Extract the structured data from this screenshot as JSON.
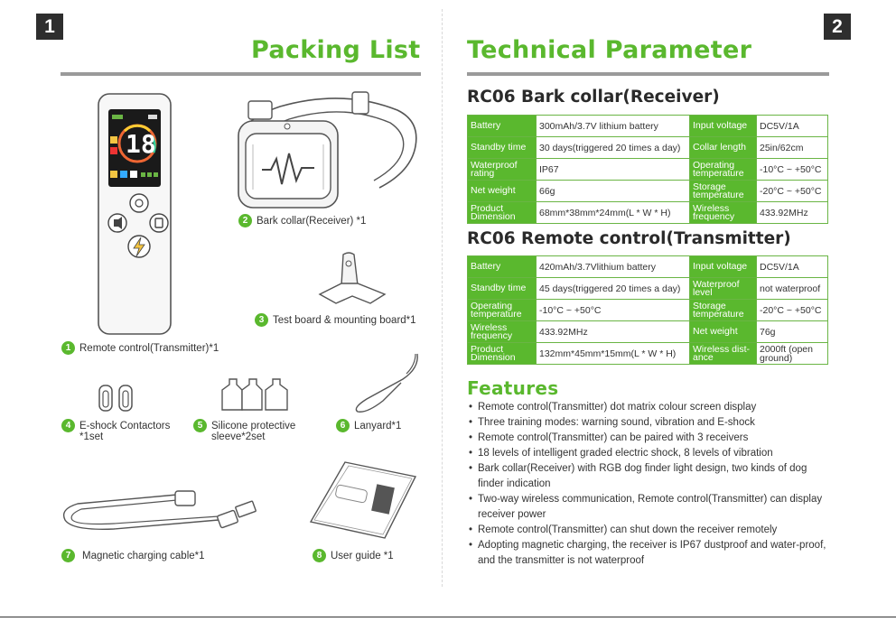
{
  "page_numbers": {
    "left": "1",
    "right": "2"
  },
  "packing": {
    "title": "Packing List",
    "items": [
      {
        "num": "1",
        "text": "Remote control(Transmitter)*1"
      },
      {
        "num": "2",
        "text": "Bark collar(Receiver) *1"
      },
      {
        "num": "3",
        "text": "Test board & mounting board*1"
      },
      {
        "num": "4",
        "text_line1": "E-shock Contactors",
        "text_line2": "*1set"
      },
      {
        "num": "5",
        "text_line1": "Silicone protective",
        "text_line2": "sleeve*2set"
      },
      {
        "num": "6",
        "text": "Lanyard*1"
      },
      {
        "num": "7",
        "text": "Magnetic charging cable*1"
      },
      {
        "num": "8",
        "text": "User guide *1"
      }
    ],
    "remote_display": "18"
  },
  "technical": {
    "title": "Technical Parameter",
    "receiver": {
      "title": "RC06 Bark collar(Receiver)",
      "rows": [
        [
          "Battery",
          "300mAh/3.7V lithium battery",
          "Input voltage",
          "DC5V/1A"
        ],
        [
          "Standby time",
          "30 days(triggered 20 times a day)",
          "Collar length",
          "25in/62cm"
        ],
        [
          "Waterproof rating",
          "IP67",
          "Operating temperature",
          "-10°C ~ +50°C"
        ],
        [
          "Net weight",
          "66g",
          "Storage temperature",
          "-20°C ~ +50°C"
        ],
        [
          "Product Dimension",
          "68mm*38mm*24mm(L * W * H)",
          "Wireless frequency",
          "433.92MHz"
        ]
      ]
    },
    "transmitter": {
      "title": "RC06 Remote control(Transmitter)",
      "rows": [
        [
          "Battery",
          "420mAh/3.7Vlithium battery",
          "Input voltage",
          "DC5V/1A"
        ],
        [
          "Standby time",
          "45 days(triggered 20 times a day)",
          "Waterproof level",
          "not waterproof"
        ],
        [
          "Operating temperature",
          "-10°C ~ +50°C",
          "Storage temperature",
          "-20°C ~ +50°C"
        ],
        [
          "Wireless frequency",
          "433.92MHz",
          "Net weight",
          "76g"
        ],
        [
          "Product Dimension",
          "132mm*45mm*15mm(L * W * H)",
          "Wireless dist-ance",
          "2000ft (open ground)"
        ]
      ]
    },
    "features_title": "Features",
    "features": [
      "Remote control(Transmitter) dot matrix colour screen display",
      "Three training modes: warning sound, vibration and E-shock",
      "Remote control(Transmitter) can be paired with 3 receivers",
      "18 levels of intelligent graded electric shock, 8 levels of vibration",
      "Bark collar(Receiver) with RGB dog finder light design, two kinds of dog finder indication",
      "Two-way wireless communication, Remote control(Transmitter) can display receiver power",
      "Remote control(Transmitter) can shut down the receiver remotely",
      "Adopting magnetic charging, the receiver is IP67 dustproof and water-proof, and the transmitter is not waterproof"
    ]
  },
  "colors": {
    "accent": "#5ab82e",
    "dark": "#2e2e2e",
    "rule": "#9a9a9a"
  }
}
